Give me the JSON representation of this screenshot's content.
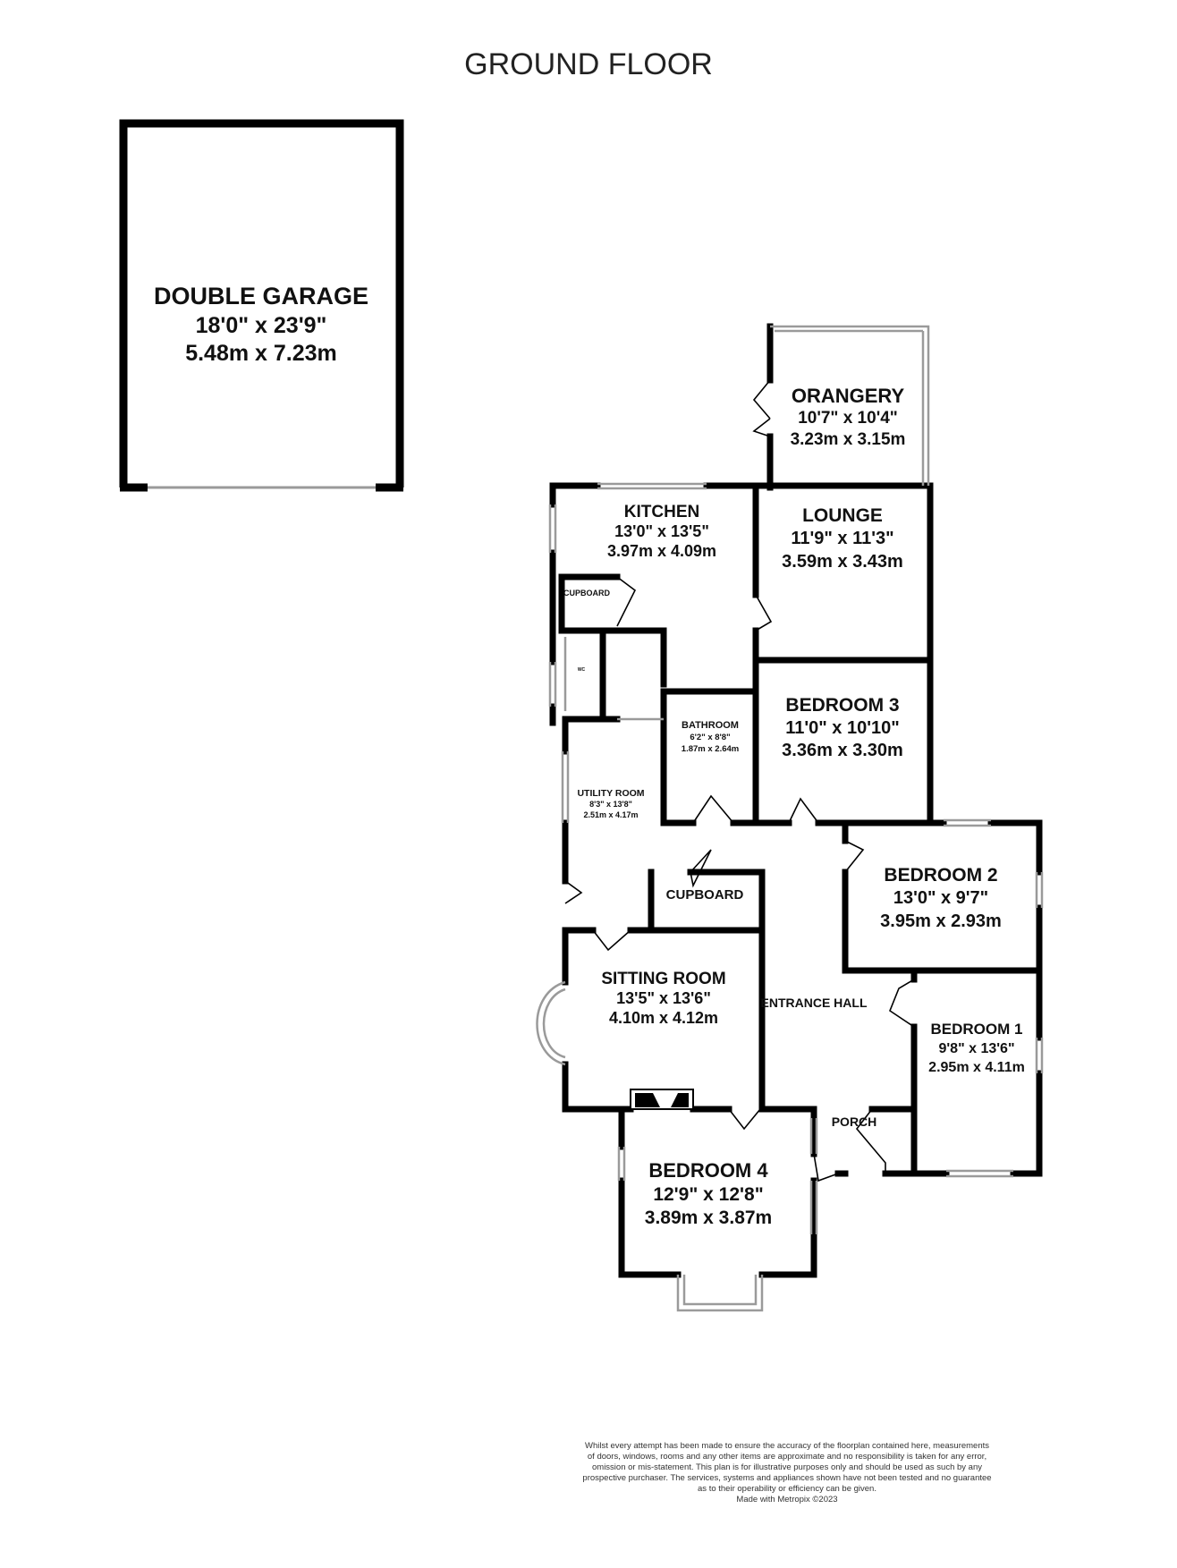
{
  "title": "GROUND FLOOR",
  "rooms": {
    "garage": {
      "name": "DOUBLE GARAGE",
      "imperial": "18'0\" x 23'9\"",
      "metric": "5.48m x 7.23m"
    },
    "orangery": {
      "name": "ORANGERY",
      "imperial": "10'7\" x 10'4\"",
      "metric": "3.23m x 3.15m"
    },
    "kitchen": {
      "name": "KITCHEN",
      "imperial": "13'0\" x 13'5\"",
      "metric": "3.97m x 4.09m"
    },
    "lounge": {
      "name": "LOUNGE",
      "imperial": "11'9\" x 11'3\"",
      "metric": "3.59m x 3.43m"
    },
    "cupboard_small": {
      "name": "CUPBOARD"
    },
    "wc": {
      "name": "WC"
    },
    "bathroom": {
      "name": "BATHROOM",
      "imperial": "6'2\" x 8'8\"",
      "metric": "1.87m x 2.64m"
    },
    "bedroom3": {
      "name": "BEDROOM 3",
      "imperial": "11'0\" x 10'10\"",
      "metric": "3.36m x 3.30m"
    },
    "utility": {
      "name": "UTILITY ROOM",
      "imperial": "8'3\" x 13'8\"",
      "metric": "2.51m x 4.17m"
    },
    "cupboard": {
      "name": "CUPBOARD"
    },
    "bedroom2": {
      "name": "BEDROOM 2",
      "imperial": "13'0\" x 9'7\"",
      "metric": "3.95m x 2.93m"
    },
    "sitting": {
      "name": "SITTING ROOM",
      "imperial": "13'5\" x 13'6\"",
      "metric": "4.10m x 4.12m"
    },
    "entrance": {
      "name": "ENTRANCE HALL"
    },
    "bedroom1": {
      "name": "BEDROOM 1",
      "imperial": "9'8\" x 13'6\"",
      "metric": "2.95m x 4.11m"
    },
    "porch": {
      "name": "PORCH"
    },
    "bedroom4": {
      "name": "BEDROOM 4",
      "imperial": "12'9\" x 12'8\"",
      "metric": "3.89m x 3.87m"
    }
  },
  "disclaimer": [
    "Whilst every attempt has been made to ensure the accuracy of the floorplan contained here, measurements",
    "of doors, windows, rooms and any other items are approximate and no responsibility is taken for any error,",
    "omission or mis-statement. This plan is for illustrative purposes only and should be used as such by any",
    "prospective purchaser. The services, systems and appliances shown have not been tested and no guarantee",
    "as to their operability or efficiency can be given.",
    "Made with Metropix ©2023"
  ],
  "colors": {
    "wall": "#000000",
    "window": "#9a9a9a",
    "background": "#ffffff"
  }
}
